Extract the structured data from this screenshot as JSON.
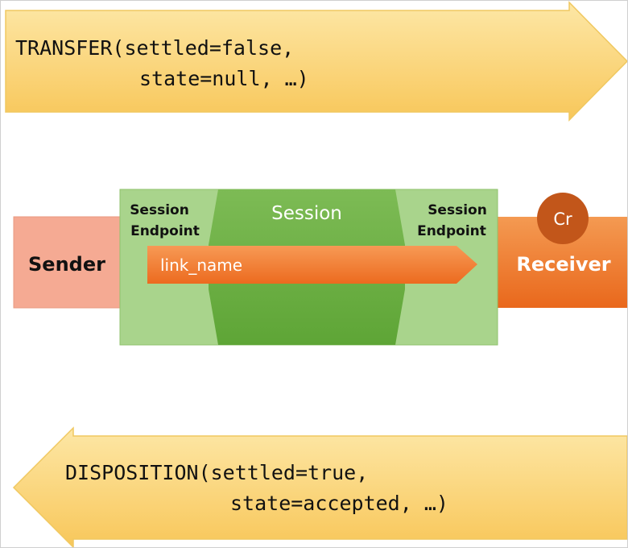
{
  "transfer_arrow": {
    "line1": "TRANSFER(settled=false,",
    "line2": "state=null, …)"
  },
  "disposition_arrow": {
    "line1": "DISPOSITION(settled=true,",
    "line2": "state=accepted, …)"
  },
  "sender": {
    "label": "Sender"
  },
  "receiver": {
    "label": "Receiver",
    "badge": "Cr"
  },
  "session": {
    "label": "Session",
    "left_endpoint": {
      "line1": "Session",
      "line2": "Endpoint"
    },
    "right_endpoint": {
      "line1": "Session",
      "line2": "Endpoint"
    }
  },
  "link": {
    "label": "link_name"
  },
  "colors": {
    "arrow_fill": "#fbd26a",
    "arrow_stroke": "#f0c860",
    "sender_fill": "#f5aa93",
    "receiver_fill": "#ef7128",
    "endpoint_fill": "#a9d48c",
    "session_fill": "#6fb245",
    "link_fill": "#f07a2a",
    "badge_fill": "#c2561a"
  }
}
